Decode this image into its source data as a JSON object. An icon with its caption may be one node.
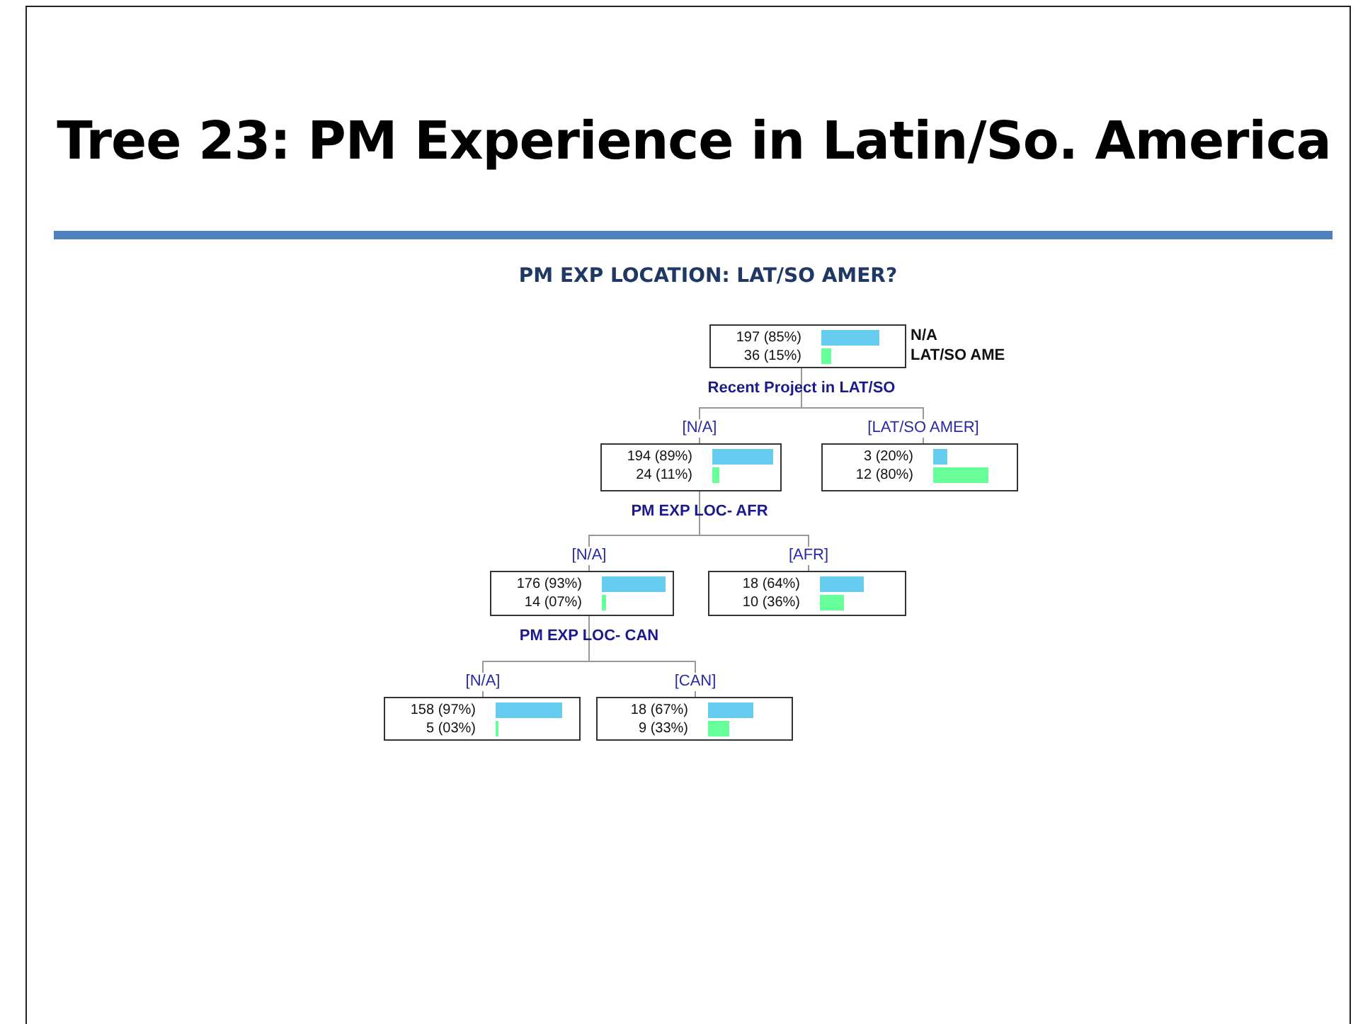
{
  "diagram": {
    "title": "Tree 23: PM Experience in Latin/So. America",
    "labels": [
      "PM EXP LOCATION: LAT/SO AMER?"
    ],
    "nodes": [
      {
        "text": [
          "197 (85%)",
          "36 (15%)"
        ],
        "beside": [
          "N/A",
          "LAT/SO AME",
          "Recent Project in LAT/SO"
        ]
      },
      {
        "text": [
          "194 (89%)",
          "24 (11%)"
        ],
        "beside": [
          "PM EXP LOC- AFR"
        ]
      },
      {
        "text": [
          "3 (20%)",
          "12 (80%)"
        ]
      },
      {
        "text": [
          "176 (93%)",
          "14 (07%)"
        ],
        "beside": [
          "PM EXP LOC- CAN"
        ]
      },
      {
        "text": [
          "18 (64%)",
          "10 (36%)"
        ]
      },
      {
        "text": [
          "158 (97%)",
          "5 (03%)"
        ]
      },
      {
        "text": [
          "18 (67%)",
          "9 (33%)"
        ]
      }
    ],
    "edges": [
      {
        "from": 0,
        "to": 1,
        "arrow": "none",
        "label": "[N/A]"
      },
      {
        "from": 0,
        "to": 2,
        "arrow": "none",
        "label": "[LAT/SO AMER]"
      },
      {
        "from": 1,
        "to": 3,
        "arrow": "none",
        "label": "[N/A]"
      },
      {
        "from": 1,
        "to": 4,
        "arrow": "none",
        "label": "[AFR]"
      },
      {
        "from": 3,
        "to": 5,
        "arrow": "none",
        "label": "[N/A]"
      },
      {
        "from": 3,
        "to": 6,
        "arrow": "none",
        "label": "[CAN]"
      }
    ]
  }
}
